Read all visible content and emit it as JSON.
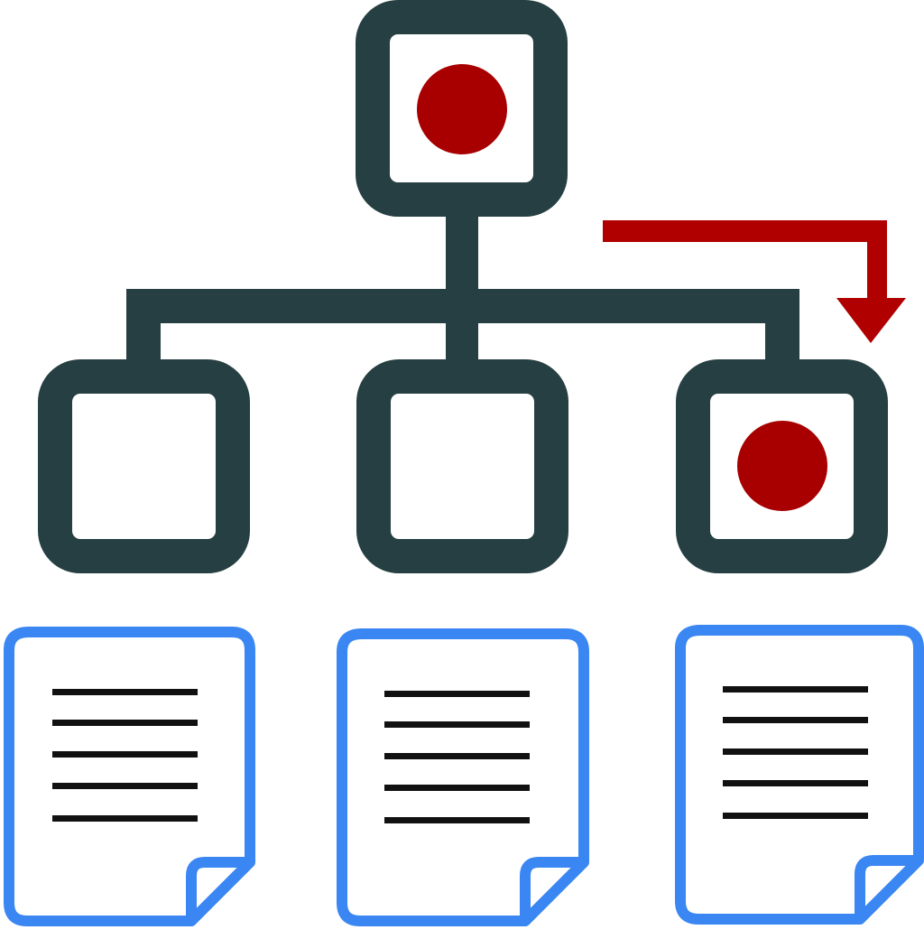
{
  "colors": {
    "background": "#ffffff",
    "node_stroke": "#263f42",
    "node_fill": "#ffffff",
    "marker": "#a80000",
    "arrow": "#b00000",
    "document_stroke": "#3a86f2",
    "document_fill": "#ffffff",
    "document_lines": "#111111"
  },
  "icons": {
    "hierarchy": "org-chart-icon",
    "marker": "red-dot-icon",
    "arrow": "bent-arrow-down-icon",
    "document": "document-icon"
  },
  "tree": {
    "root": {
      "name": "root",
      "marked": true
    },
    "children": [
      {
        "name": "left",
        "marked": false
      },
      {
        "name": "middle",
        "marked": false
      },
      {
        "name": "right",
        "marked": true
      }
    ],
    "arrow": {
      "from": "root",
      "to": "right"
    }
  },
  "documents": [
    {
      "name": "document-1",
      "text_lines": 5
    },
    {
      "name": "document-2",
      "text_lines": 5
    },
    {
      "name": "document-3",
      "text_lines": 5
    }
  ]
}
